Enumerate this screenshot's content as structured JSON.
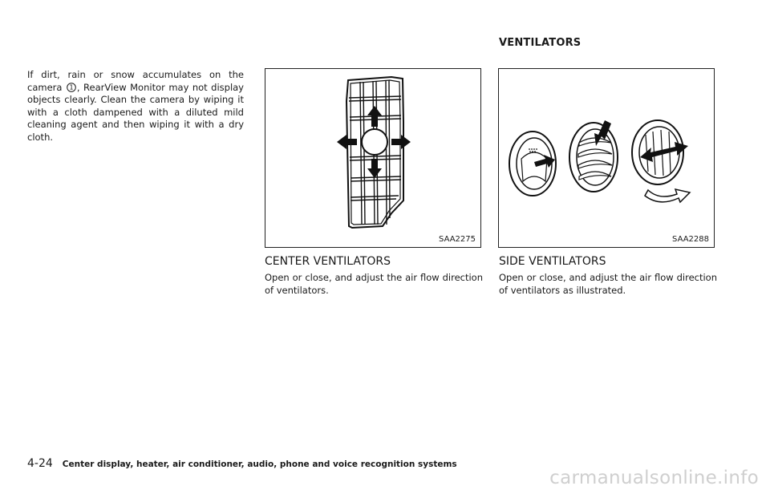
{
  "section_title": "VENTILATORS",
  "camera_note": {
    "before_marker": "If dirt, rain or snow accumulates on the camera ",
    "marker": "1",
    "after_marker": ", RearView Monitor may not display objects clearly. Clean the camera by wiping it with a cloth dampened with a diluted mild cleaning agent and then wiping it with a dry cloth."
  },
  "figures": {
    "center": {
      "code": "SAA2275"
    },
    "side": {
      "code": "SAA2288"
    }
  },
  "center_ventilators": {
    "heading": "CENTER VENTILATORS",
    "body": "Open or close, and adjust the air flow direction of ventilators."
  },
  "side_ventilators": {
    "heading": "SIDE VENTILATORS",
    "body": "Open or close, and adjust the air flow direction of ventilators as illustrated."
  },
  "footer": {
    "page_number": "4-24",
    "chapter_title": "Center display, heater, air conditioner, audio, phone and voice recognition systems"
  },
  "watermark": "carmanualsonline.info"
}
